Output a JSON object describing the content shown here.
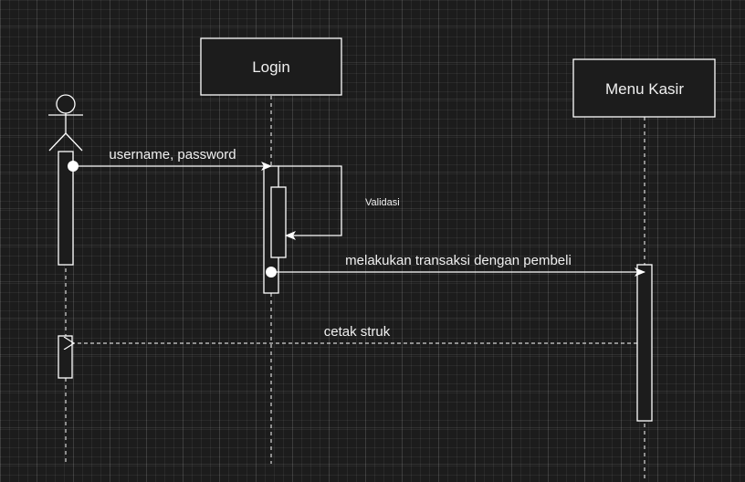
{
  "participants": {
    "login": {
      "label": "Login"
    },
    "menu_kasir": {
      "label": "Menu Kasir"
    }
  },
  "messages": {
    "m1": {
      "label": "username, password"
    },
    "m2": {
      "label": "Validasi"
    },
    "m3": {
      "label": "melakukan transaksi dengan pembeli"
    },
    "m4": {
      "label": "cetak struk"
    }
  },
  "colors": {
    "background": "#1c1c1c",
    "stroke": "#ffffff",
    "fill": "#1c1c1c",
    "text": "#f0f0f0"
  }
}
